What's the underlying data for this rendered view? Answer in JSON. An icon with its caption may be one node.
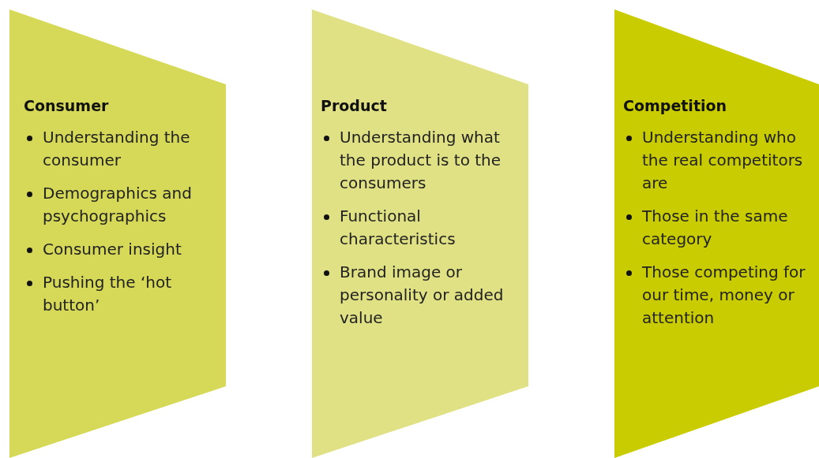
{
  "diagram": {
    "nodes": [
      {
        "text": [
          "Consumer",
          "Understanding the consumer",
          "Demographics and psychographics",
          "Consumer insight",
          "Pushing the ‘hot button’"
        ]
      },
      {
        "text": [
          "Product",
          "Understanding what the product is to the consumers",
          "Functional characteristics",
          "Brand image or personality or added value"
        ]
      },
      {
        "text": [
          "Competition",
          "Understanding who the real competitors are",
          "Those in the same category",
          "Those competing for our time, money or attention"
        ]
      }
    ]
  }
}
